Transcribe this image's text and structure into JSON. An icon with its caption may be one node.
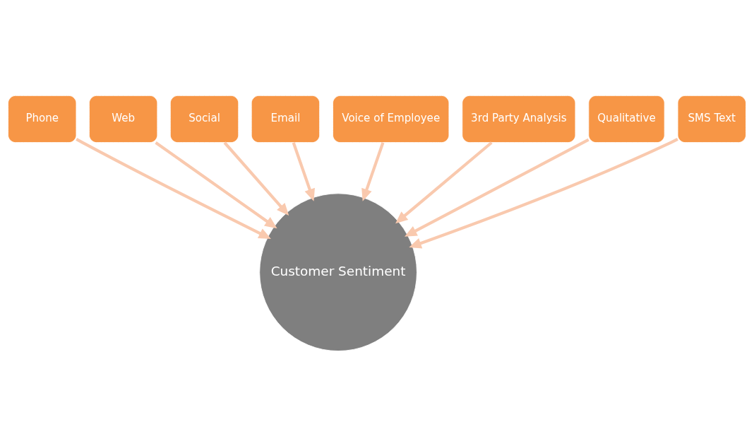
{
  "diagram": {
    "nodes": [
      {
        "text": [
          "Phone"
        ]
      },
      {
        "text": [
          "Web"
        ]
      },
      {
        "text": [
          "Social"
        ]
      },
      {
        "text": [
          "Email"
        ]
      },
      {
        "text": [
          "Voice of Employee"
        ]
      },
      {
        "text": [
          "3rd Party Analysis"
        ]
      },
      {
        "text": [
          "Qualitative"
        ]
      },
      {
        "text": [
          "SMS Text"
        ]
      },
      {
        "text": [
          "Customer Sentiment"
        ]
      }
    ],
    "edges": [
      {
        "from": 0,
        "to": 8,
        "arrow": "to"
      },
      {
        "from": 1,
        "to": 8,
        "arrow": "to"
      },
      {
        "from": 2,
        "to": 8,
        "arrow": "to"
      },
      {
        "from": 3,
        "to": 8,
        "arrow": "to"
      },
      {
        "from": 4,
        "to": 8,
        "arrow": "to"
      },
      {
        "from": 5,
        "to": 8,
        "arrow": "to"
      },
      {
        "from": 6,
        "to": 8,
        "arrow": "to"
      },
      {
        "from": 7,
        "to": 8,
        "arrow": "to"
      }
    ]
  }
}
